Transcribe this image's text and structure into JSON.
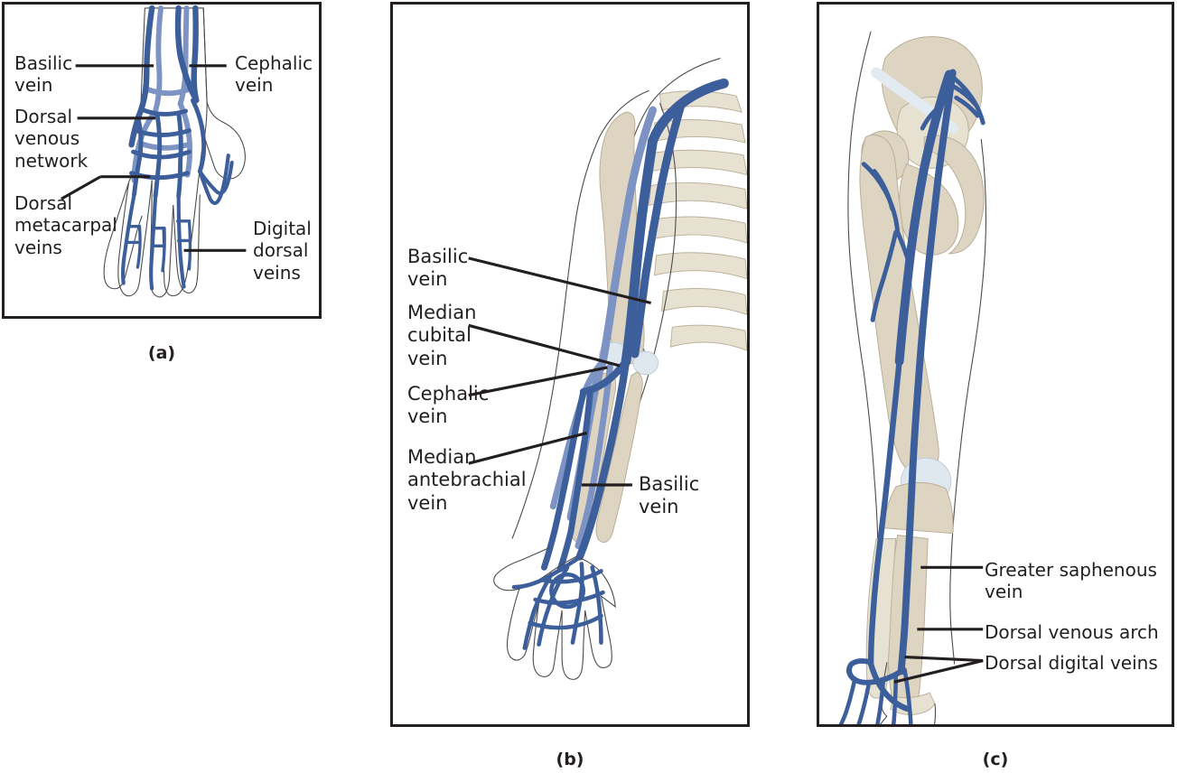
{
  "figure": {
    "title": "Veins of the upper and lower limbs",
    "background_color": "#ffffff",
    "border_color": "#231f20",
    "vein_color_dark": "#3c5f9c",
    "vein_color_light": "#7d93c4",
    "bone_color": "#ddd5c2"
  },
  "panels": [
    {
      "id": "a",
      "caption": "(a)",
      "subject": "Dorsal veins of the hand",
      "labels": [
        {
          "id": "basilic-vein",
          "text": "Basilic\nvein"
        },
        {
          "id": "cephalic-vein",
          "text": "Cephalic\nvein"
        },
        {
          "id": "dorsal-venous-network",
          "text": "Dorsal\nvenous\nnetwork"
        },
        {
          "id": "dorsal-metacarpal-veins",
          "text": "Dorsal\nmetacarpal\nveins"
        },
        {
          "id": "digital-dorsal-veins",
          "text": "Digital\ndorsal\nveins"
        }
      ]
    },
    {
      "id": "b",
      "caption": "(b)",
      "subject": "Veins of the upper limb",
      "labels": [
        {
          "id": "basilic-vein-upper",
          "text": "Basilic\nvein"
        },
        {
          "id": "median-cubital-vein",
          "text": "Median\ncubital\nvein"
        },
        {
          "id": "cephalic-vein",
          "text": "Cephalic\nvein"
        },
        {
          "id": "median-antebrachial-vein",
          "text": "Median\nantebrachial\nvein"
        },
        {
          "id": "basilic-vein-forearm",
          "text": "Basilic\nvein"
        }
      ]
    },
    {
      "id": "c",
      "caption": "(c)",
      "subject": "Veins of the lower limb",
      "labels": [
        {
          "id": "greater-saphenous-vein",
          "text": "Greater saphenous\nvein"
        },
        {
          "id": "dorsal-venous-arch",
          "text": "Dorsal venous arch"
        },
        {
          "id": "dorsal-digital-veins",
          "text": "Dorsal digital veins"
        }
      ]
    }
  ]
}
